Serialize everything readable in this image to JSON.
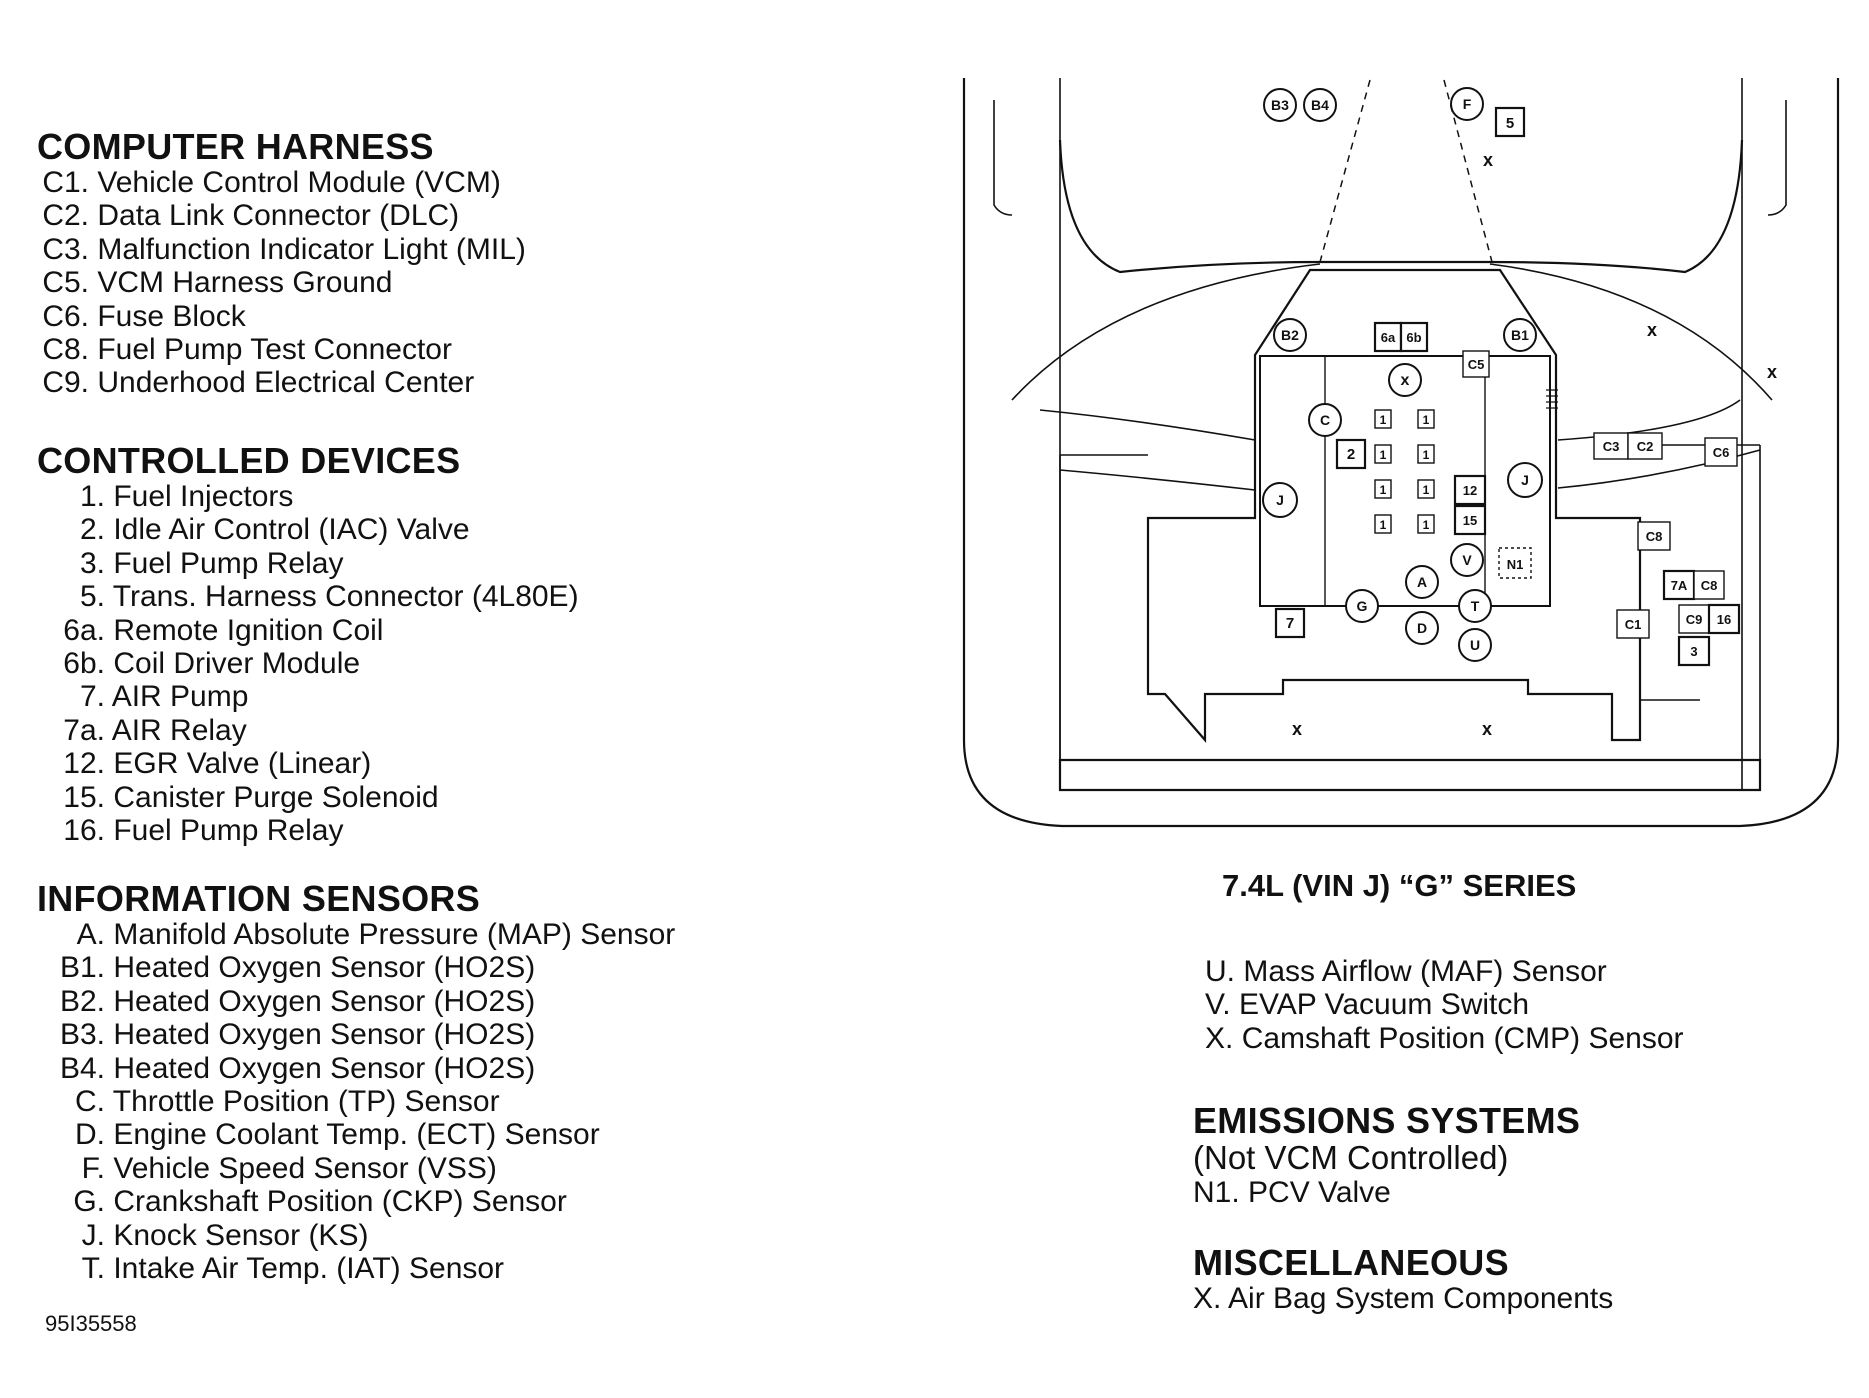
{
  "figure_number": "95I35558",
  "diagram_title": "7.4L (VIN J) “G” SERIES",
  "sections": {
    "computer_harness": {
      "title": "COMPUTER HARNESS",
      "items": [
        {
          "code": "C1.",
          "text": "Vehicle Control Module (VCM)"
        },
        {
          "code": "C2.",
          "text": "Data Link Connector (DLC)"
        },
        {
          "code": "C3.",
          "text": "Malfunction Indicator Light (MIL)"
        },
        {
          "code": "C5.",
          "text": "VCM Harness Ground"
        },
        {
          "code": "C6.",
          "text": "Fuse Block"
        },
        {
          "code": "C8.",
          "text": "Fuel Pump Test Connector"
        },
        {
          "code": "C9.",
          "text": "Underhood Electrical Center"
        }
      ]
    },
    "controlled_devices": {
      "title": "CONTROLLED DEVICES",
      "items": [
        {
          "code": "1.",
          "text": "Fuel Injectors"
        },
        {
          "code": "2.",
          "text": "Idle Air Control (IAC) Valve"
        },
        {
          "code": "3.",
          "text": "Fuel Pump Relay"
        },
        {
          "code": "5.",
          "text": "Trans. Harness Connector (4L80E)"
        },
        {
          "code": "6a.",
          "text": "Remote Ignition Coil"
        },
        {
          "code": "6b.",
          "text": "Coil Driver Module"
        },
        {
          "code": "7.",
          "text": "AIR Pump"
        },
        {
          "code": "7a.",
          "text": "AIR Relay"
        },
        {
          "code": "12.",
          "text": "EGR Valve (Linear)"
        },
        {
          "code": "15.",
          "text": "Canister Purge Solenoid"
        },
        {
          "code": "16.",
          "text": "Fuel Pump Relay"
        }
      ]
    },
    "information_sensors": {
      "title": "INFORMATION SENSORS",
      "items": [
        {
          "code": "A.",
          "text": "Manifold Absolute Pressure (MAP) Sensor"
        },
        {
          "code": "B1.",
          "text": "Heated Oxygen Sensor (HO2S)"
        },
        {
          "code": "B2.",
          "text": "Heated Oxygen Sensor (HO2S)"
        },
        {
          "code": "B3.",
          "text": "Heated Oxygen Sensor (HO2S)"
        },
        {
          "code": "B4.",
          "text": "Heated Oxygen Sensor (HO2S)"
        },
        {
          "code": "C.",
          "text": "Throttle Position (TP) Sensor"
        },
        {
          "code": "D.",
          "text": "Engine Coolant Temp. (ECT) Sensor"
        },
        {
          "code": "F.",
          "text": "Vehicle Speed Sensor (VSS)"
        },
        {
          "code": "G.",
          "text": "Crankshaft Position (CKP) Sensor"
        },
        {
          "code": "J.",
          "text": "Knock Sensor (KS)"
        },
        {
          "code": "T.",
          "text": "Intake Air Temp. (IAT) Sensor"
        }
      ],
      "continued": [
        {
          "code": "U.",
          "text": "Mass Airflow (MAF) Sensor"
        },
        {
          "code": "V.",
          "text": "EVAP Vacuum Switch"
        },
        {
          "code": "X.",
          "text": "Camshaft Position (CMP) Sensor"
        }
      ]
    },
    "emissions_systems": {
      "title": "EMISSIONS SYSTEMS",
      "subtitle": "(Not VCM Controlled)",
      "items": [
        {
          "code": "N1.",
          "text": "PCV Valve"
        }
      ]
    },
    "miscellaneous": {
      "title": "MISCELLANEOUS",
      "items": [
        {
          "code": "X.",
          "text": "Air Bag System Components"
        }
      ]
    }
  },
  "diagram_labels": {
    "b3": "B3",
    "b4": "B4",
    "f": "F",
    "five": "5",
    "b2": "B2",
    "b1": "B1",
    "six_a": "6a",
    "six_b": "6b",
    "c5": "C5",
    "x": "x",
    "c": "C",
    "two": "2",
    "one": "1",
    "twelve": "12",
    "fifteen": "15",
    "j": "J",
    "v": "V",
    "n1": "N1",
    "a": "A",
    "g": "G",
    "t": "T",
    "d": "D",
    "u": "U",
    "seven": "7",
    "c3": "C3",
    "c2": "C2",
    "c6": "C6",
    "c8": "C8",
    "seven_a": "7A",
    "c9": "C9",
    "sixteen": "16",
    "three": "3",
    "c1": "C1"
  }
}
